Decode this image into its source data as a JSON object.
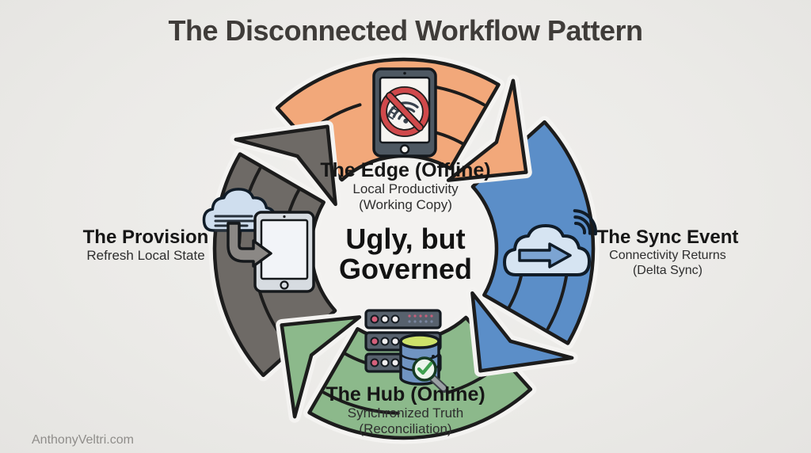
{
  "title": "The Disconnected Workflow Pattern",
  "center_label": {
    "line1": "Ugly, but",
    "line2": "Governed"
  },
  "watermark": "AnthonyVeltri.com",
  "colors": {
    "background": "#ebeae7",
    "inner_circle": "#f3f2f0",
    "outline": "#1c1c1c",
    "gap_white": "#f4f3f1",
    "edge_orange": "#f2a87a",
    "sync_blue": "#5b8ec8",
    "hub_green": "#8cb98b",
    "provision_gray": "#6e6a66",
    "no_wifi_red": "#d0494b",
    "db_top_green": "#cde26a",
    "db_body_blue": "#7094c2",
    "check_green": "#3fa050"
  },
  "stages": [
    {
      "name": "edge",
      "title": "The Edge (Offline)",
      "subtitle1": "Local Productivity",
      "subtitle2": "(Working Copy)",
      "color": "#f2a87a",
      "icon": "tablet-no-wifi-icon"
    },
    {
      "name": "sync",
      "title": "The Sync Event",
      "subtitle1": "Connectivity Returns",
      "subtitle2": "(Delta Sync)",
      "color": "#5b8ec8",
      "icon": "cloud-sync-arrow-icon"
    },
    {
      "name": "hub",
      "title": "The Hub (Online)",
      "subtitle1": "Synchronized Truth",
      "subtitle2": "(Reconciliation)",
      "color": "#8cb98b",
      "icon": "server-database-icon"
    },
    {
      "name": "provision",
      "title": "The Provision",
      "subtitle1": "Refresh Local State",
      "subtitle2": "",
      "color": "#6e6a66",
      "icon": "cloud-download-tablet-icon"
    }
  ]
}
